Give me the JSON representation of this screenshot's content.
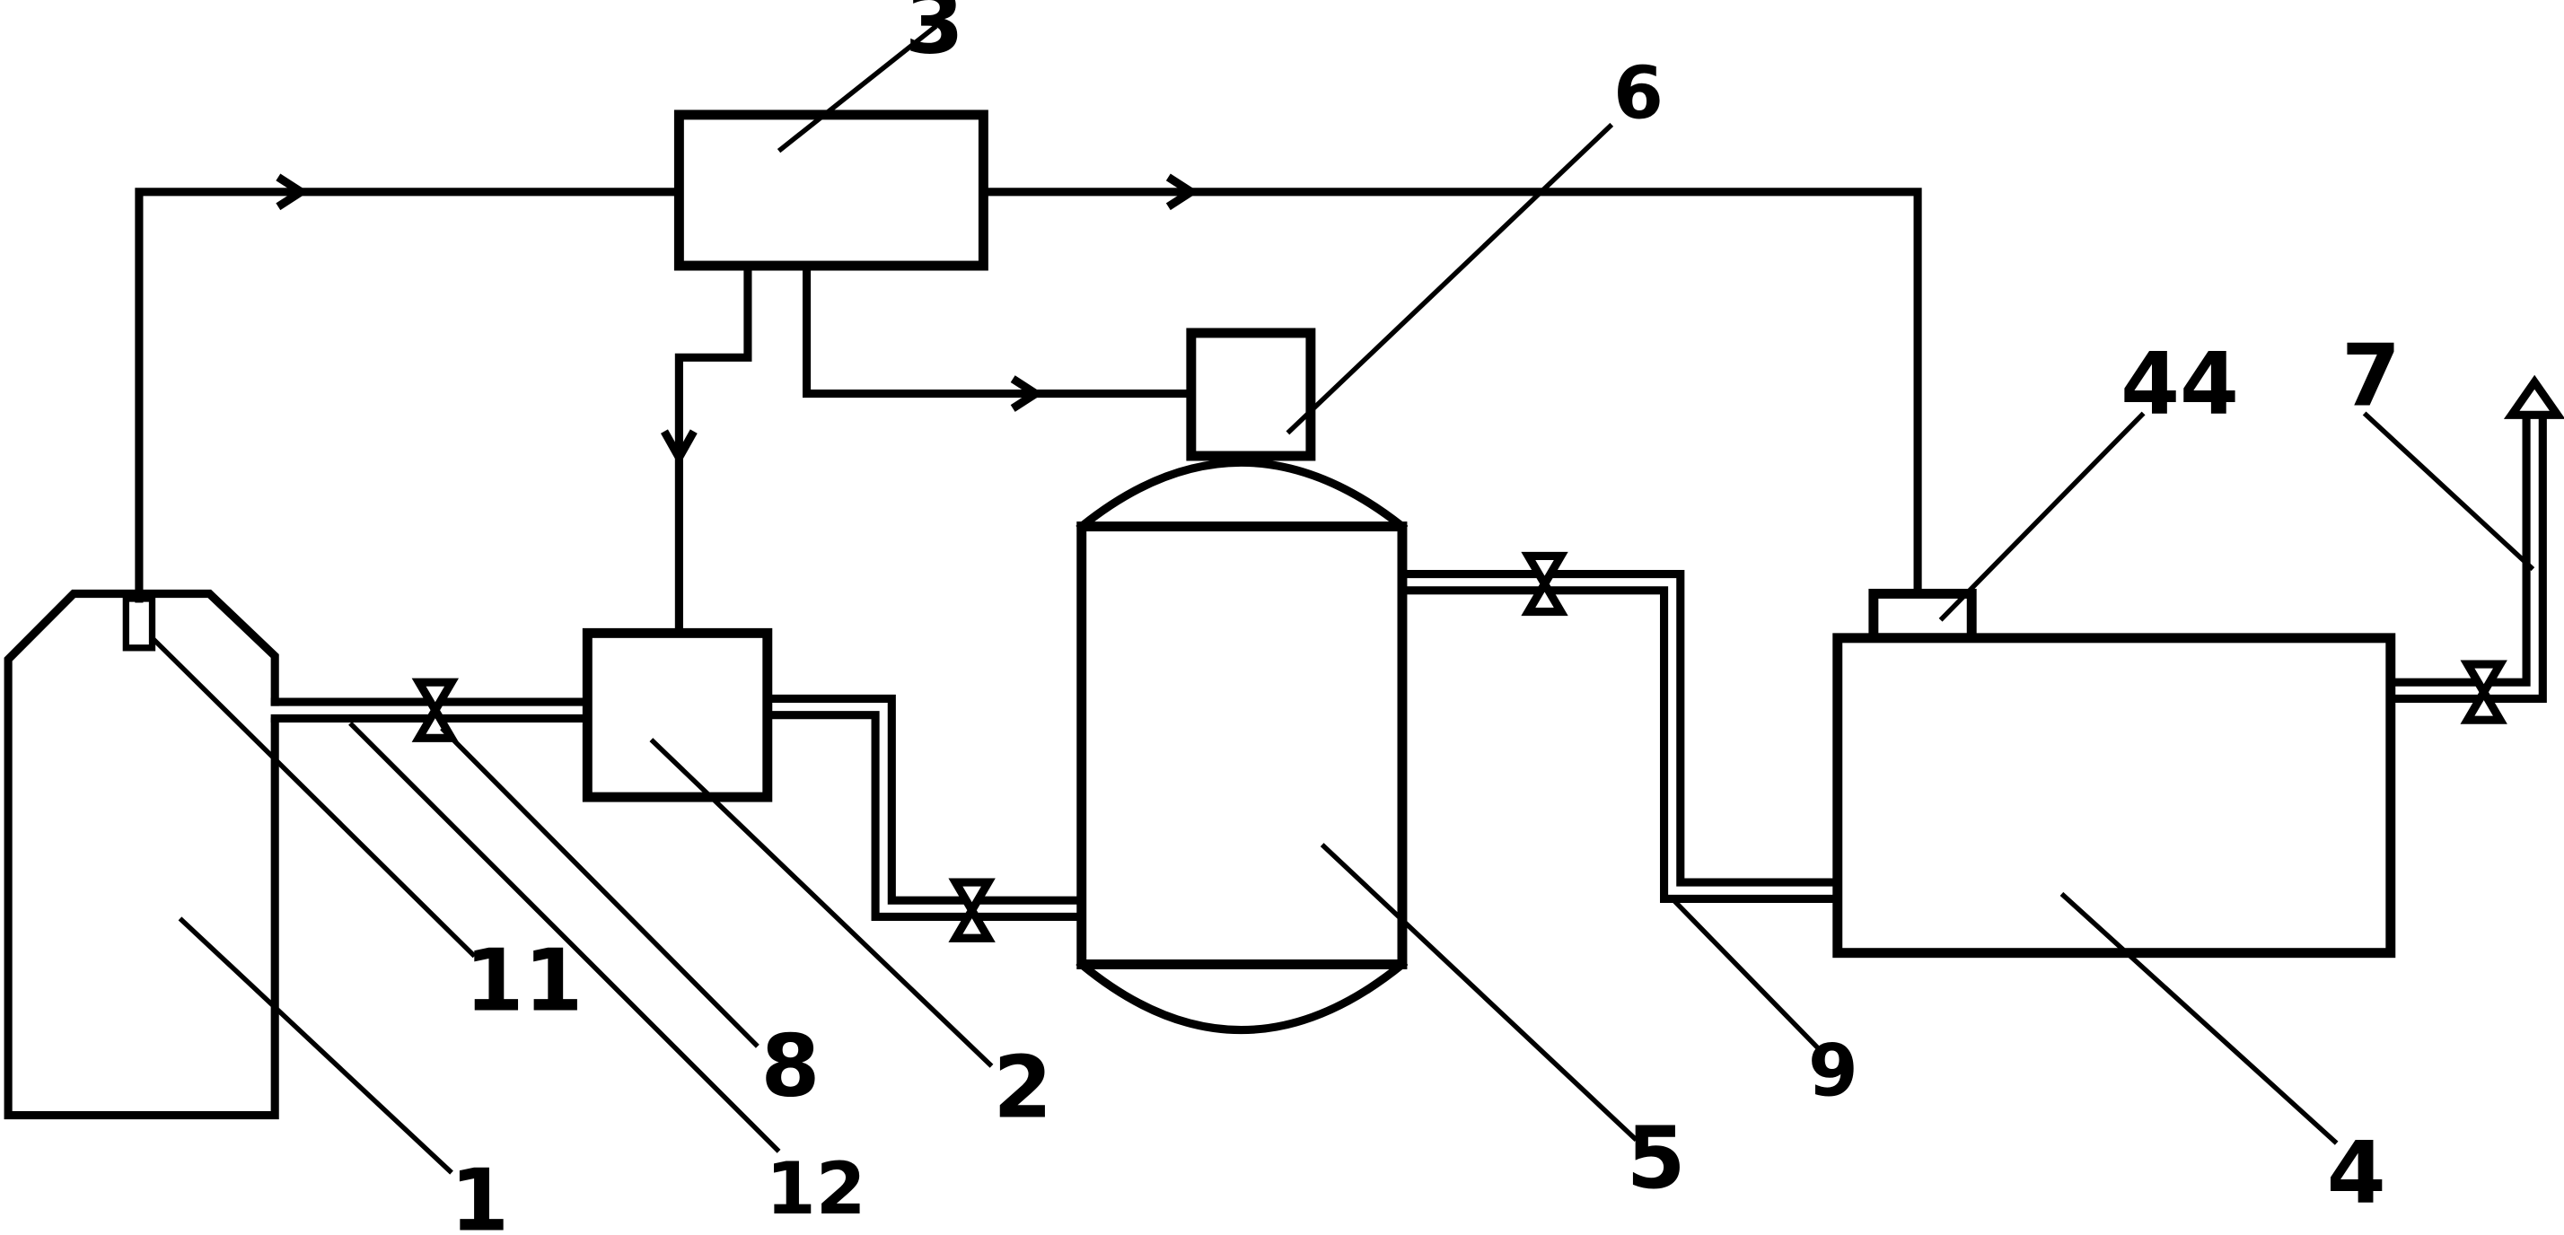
{
  "labels": {
    "n1": "1",
    "n2": "2",
    "n3": "3",
    "n4": "4",
    "n5": "5",
    "n6": "6",
    "n7": "7",
    "n8": "8",
    "n9": "9",
    "n11": "11",
    "n12": "12",
    "n44": "44"
  }
}
